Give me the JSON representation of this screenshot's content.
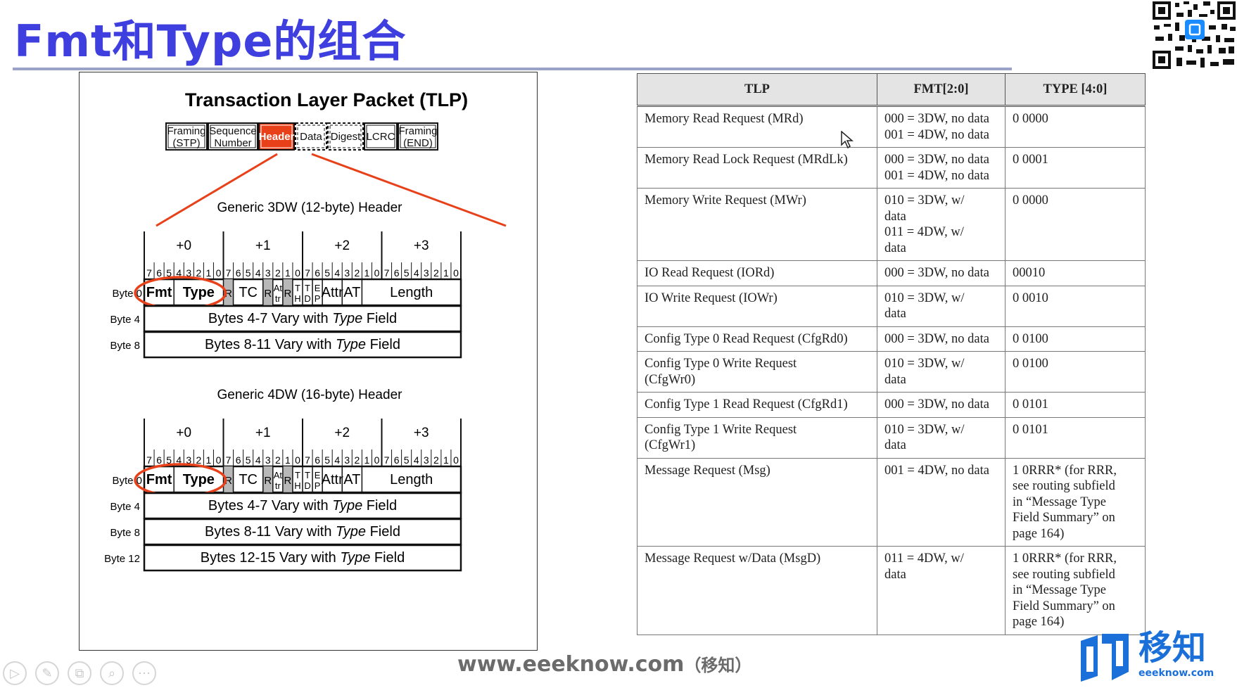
{
  "slide": {
    "title": "Fmt和Type的组合",
    "footer_url": "www.eeeknow.com",
    "footer_suffix": "（移知）",
    "brand_name": "移知",
    "brand_domain": "eeeknow.com"
  },
  "diagram": {
    "title": "Transaction Layer Packet (TLP)",
    "packet_fields": [
      {
        "line1": "Framing",
        "line2": "(STP)"
      },
      {
        "line1": "Sequence",
        "line2": "Number"
      },
      {
        "line1": "Header",
        "line2": ""
      },
      {
        "line1": "Data",
        "line2": ""
      },
      {
        "line1": "Digest",
        "line2": ""
      },
      {
        "line1": "LCRC",
        "line2": ""
      },
      {
        "line1": "Framing",
        "line2": "(END)"
      }
    ],
    "header_3dw_title": "Generic 3DW (12-byte) Header",
    "header_4dw_title": "Generic 4DW (16-byte) Header",
    "byte_offsets": [
      "+0",
      "+1",
      "+2",
      "+3"
    ],
    "bit_labels": [
      "7",
      "6",
      "5",
      "4",
      "3",
      "2",
      "1",
      "0"
    ],
    "row0_fields": {
      "fmt": "Fmt",
      "type": "Type",
      "r1": "R",
      "tc": "TC",
      "r2": "R",
      "attr_a": "At",
      "attr_b": "tr",
      "r3": "R",
      "th_a": "T",
      "th_b": "H",
      "td_a": "T",
      "td_b": "D",
      "ep_a": "E",
      "ep_b": "P",
      "attr": "Attr",
      "at": "AT",
      "length": "Length"
    },
    "byte_labels_3dw": [
      "Byte 0",
      "Byte 4",
      "Byte 8"
    ],
    "byte_labels_4dw": [
      "Byte 0",
      "Byte 4",
      "Byte 8",
      "Byte 12"
    ],
    "vary_rows_3dw": [
      {
        "pre": "Bytes 4-7 Vary with ",
        "em": "Type",
        "post": " Field"
      },
      {
        "pre": "Bytes 8-11 Vary with ",
        "em": "Type",
        "post": " Field"
      }
    ],
    "vary_rows_4dw": [
      {
        "pre": "Bytes 4-7 Vary with ",
        "em": "Type",
        "post": " Field"
      },
      {
        "pre": "Bytes 8-11 Vary with ",
        "em": "Type",
        "post": " Field"
      },
      {
        "pre": "Bytes 12-15 Vary with ",
        "em": "Type",
        "post": " Field"
      }
    ],
    "highlight_color": "#e8411a"
  },
  "table": {
    "headers": [
      "TLP",
      "FMT[2:0]",
      "TYPE [4:0]"
    ],
    "rows": [
      {
        "tlp": [
          "Memory Read Request (MRd)"
        ],
        "fmt": [
          "000 = 3DW, no data",
          "001 = 4DW, no data"
        ],
        "type": [
          "0 0000"
        ]
      },
      {
        "tlp": [
          "Memory Read Lock Request (MRdLk)"
        ],
        "fmt": [
          "000 = 3DW, no data",
          "001 = 4DW, no data"
        ],
        "type": [
          "0 0001"
        ]
      },
      {
        "tlp": [
          "Memory Write Request (MWr)"
        ],
        "fmt": [
          "010 = 3DW, w/",
          "data",
          "011 = 4DW, w/",
          "data"
        ],
        "type": [
          "0 0000"
        ]
      },
      {
        "tlp": [
          "IO Read Request (IORd)"
        ],
        "fmt": [
          "000 = 3DW, no data"
        ],
        "type": [
          "00010"
        ]
      },
      {
        "tlp": [
          "IO Write Request (IOWr)"
        ],
        "fmt": [
          "010 = 3DW, w/",
          "data"
        ],
        "type": [
          "0 0010"
        ]
      },
      {
        "tlp": [
          "Config Type 0 Read Request (CfgRd0)"
        ],
        "fmt": [
          "000 = 3DW, no data"
        ],
        "type": [
          "0 0100"
        ]
      },
      {
        "tlp": [
          "Config Type 0 Write Request",
          "(CfgWr0)"
        ],
        "fmt": [
          "010 = 3DW, w/",
          "data"
        ],
        "type": [
          "0 0100"
        ]
      },
      {
        "tlp": [
          "Config Type 1 Read Request (CfgRd1)"
        ],
        "fmt": [
          "000 = 3DW, no data"
        ],
        "type": [
          "0 0101"
        ]
      },
      {
        "tlp": [
          "Config Type 1 Write Request",
          "(CfgWr1)"
        ],
        "fmt": [
          "010 = 3DW, w/",
          "data"
        ],
        "type": [
          "0 0101"
        ]
      },
      {
        "tlp": [
          "Message Request (Msg)"
        ],
        "fmt": [
          "001 = 4DW, no data"
        ],
        "type": [
          "1 0RRR* (for RRR,",
          "see routing subfield",
          "in “Message Type",
          "Field Summary” on",
          "page 164)"
        ]
      },
      {
        "tlp": [
          "Message Request w/Data (MsgD)"
        ],
        "fmt": [
          "011 = 4DW, w/",
          "data"
        ],
        "type": [
          "1 0RRR* (for RRR,",
          "see routing subfield",
          "in “Message Type",
          "Field Summary” on",
          "page 164)"
        ]
      }
    ]
  },
  "icons": {
    "toolbar": [
      "play-icon",
      "pen-icon",
      "copy-icon",
      "zoom-icon",
      "more-icon"
    ],
    "brand_color": "#1a6fd8",
    "title_color": "#3f3fe0"
  }
}
